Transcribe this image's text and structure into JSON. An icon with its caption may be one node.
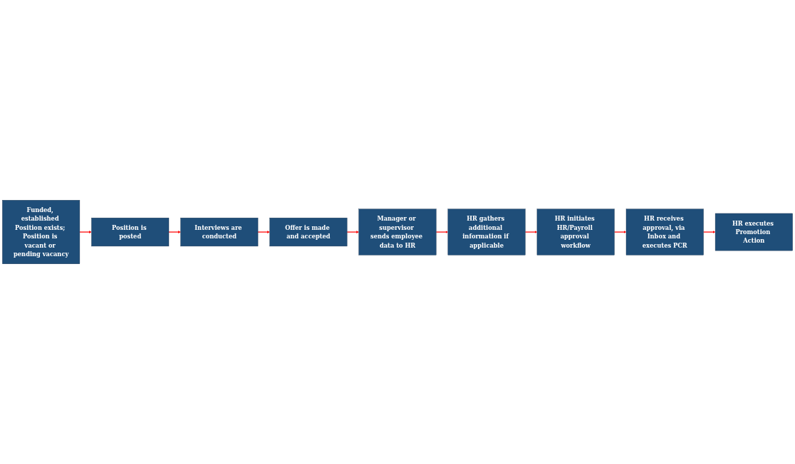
{
  "diagram": {
    "nodes": [
      {
        "text": [
          "Funded, established Position exists; Position is vacant or pending vacancy"
        ]
      },
      {
        "text": [
          "Position is posted"
        ]
      },
      {
        "text": [
          "Interviews are conducted"
        ]
      },
      {
        "text": [
          "Offer is made and accepted"
        ]
      },
      {
        "text": [
          "Manager or supervisor sends employee data to HR"
        ]
      },
      {
        "text": [
          "HR gathers additional information if applicable"
        ]
      },
      {
        "text": [
          "HR initiates HR/Payroll approval workflow"
        ]
      },
      {
        "text": [
          "HR receives approval, via Inbox and executes PCR"
        ]
      },
      {
        "text": [
          "HR executes Promotion Action"
        ]
      }
    ],
    "edges": [
      {
        "from": 0,
        "to": 1,
        "arrow": "to"
      },
      {
        "from": 1,
        "to": 2,
        "arrow": "to"
      },
      {
        "from": 2,
        "to": 3,
        "arrow": "to"
      },
      {
        "from": 3,
        "to": 4,
        "arrow": "to"
      },
      {
        "from": 4,
        "to": 5,
        "arrow": "to"
      },
      {
        "from": 5,
        "to": 6,
        "arrow": "to"
      },
      {
        "from": 6,
        "to": 7,
        "arrow": "to"
      },
      {
        "from": 7,
        "to": 8,
        "arrow": "to"
      }
    ]
  }
}
